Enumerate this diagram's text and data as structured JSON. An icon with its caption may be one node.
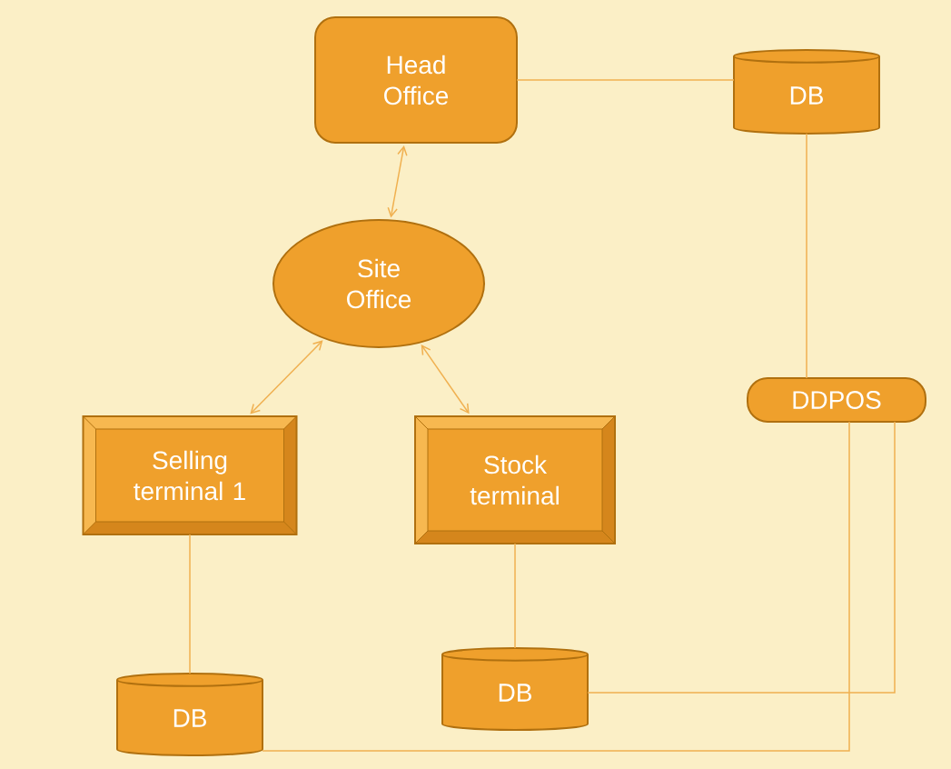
{
  "diagram": {
    "nodes": [
      {
        "text": [
          "Head Office"
        ]
      },
      {
        "text": [
          "DB"
        ]
      },
      {
        "text": [
          "Site Office"
        ]
      },
      {
        "text": [
          "Selling terminal 1"
        ]
      },
      {
        "text": [
          "Stock terminal"
        ]
      },
      {
        "text": [
          "DDPOS"
        ]
      },
      {
        "text": [
          "DB"
        ]
      },
      {
        "text": [
          "DB"
        ]
      }
    ],
    "edges": [
      {
        "from": 0,
        "to": 1,
        "arrow": "none"
      },
      {
        "from": 0,
        "to": 2,
        "arrow": "both"
      },
      {
        "from": 2,
        "to": 3,
        "arrow": "both"
      },
      {
        "from": 2,
        "to": 4,
        "arrow": "both"
      },
      {
        "from": 1,
        "to": 5,
        "arrow": "none"
      },
      {
        "from": 3,
        "to": 6,
        "arrow": "none"
      },
      {
        "from": 4,
        "to": 7,
        "arrow": "none"
      },
      {
        "from": 7,
        "to": 5,
        "arrow": "none"
      },
      {
        "from": 6,
        "to": 5,
        "arrow": "none"
      }
    ]
  }
}
